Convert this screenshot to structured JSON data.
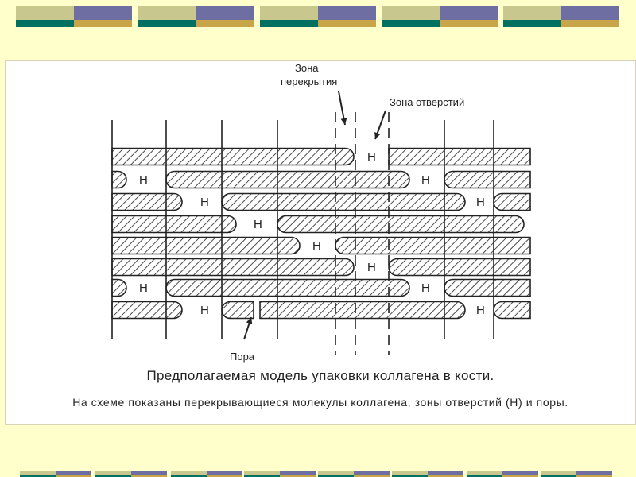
{
  "colors": {
    "background": "#FFFFCC",
    "deco_teal": "#007060",
    "deco_khaki": "#C8C88E",
    "deco_slate": "#6E6EA2",
    "deco_gold": "#C9A54A",
    "ink": "#222222"
  },
  "diagram": {
    "labels": {
      "overlap_zone": [
        "Зона",
        "перекрытия"
      ],
      "hole_zone": "Зона отверстий",
      "pore": "Пора",
      "hole": "Н"
    },
    "caption": {
      "title": "Предполагаемая модель упаковки коллагена в кости.",
      "description": "На схеме показаны перекрывающиеся молекулы коллагена, зоны отверстий (Н) и поры."
    }
  }
}
